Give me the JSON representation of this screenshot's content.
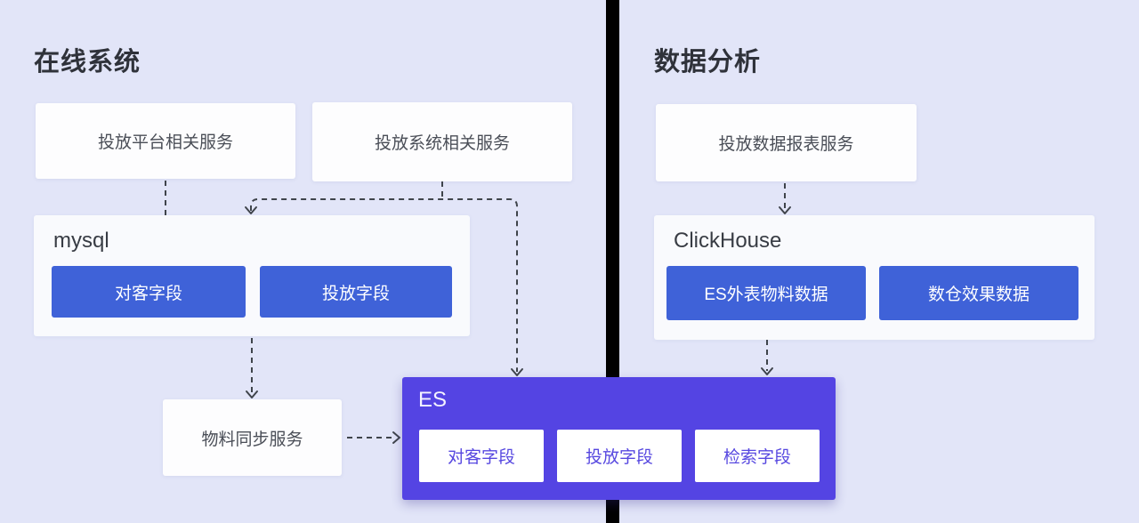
{
  "colors": {
    "page_background": "#e2e5f8",
    "divider": "#000000",
    "service_box_bg": "#fdfdfe",
    "service_box_text": "#4a4e57",
    "db_container_bg": "#f9fafd",
    "db_label_text": "#383c44",
    "field_chip_bg": "#3f62d8",
    "field_chip_text": "#ffffff",
    "es_container_bg": "#5444e3",
    "es_chip_bg": "#ffffff",
    "es_chip_text": "#5748e0",
    "title_text": "#2f323a",
    "arrow_stroke": "#3f444b"
  },
  "left_panel": {
    "title": "在线系统",
    "service_boxes": [
      {
        "label": "投放平台相关服务"
      },
      {
        "label": "投放系统相关服务"
      }
    ],
    "mysql": {
      "label": "mysql",
      "fields": [
        "对客字段",
        "投放字段"
      ]
    },
    "sync_service": {
      "label": "物料同步服务"
    }
  },
  "es": {
    "label": "ES",
    "fields": [
      "对客字段",
      "投放字段",
      "检索字段"
    ]
  },
  "right_panel": {
    "title": "数据分析",
    "service_boxes": [
      {
        "label": "投放数据报表服务"
      }
    ],
    "clickhouse": {
      "label": "ClickHouse",
      "fields": [
        "ES外表物料数据",
        "数仓效果数据"
      ]
    }
  }
}
